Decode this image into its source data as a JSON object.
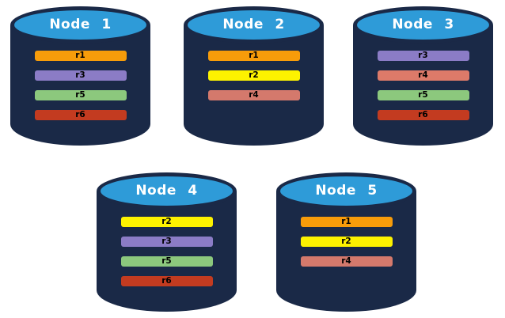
{
  "colors": {
    "background": "#ffffff",
    "cylinder_body": "#1a2947",
    "cylinder_top": "#2e9bd8",
    "title_text": "#ffffff",
    "bar_text": "#000000"
  },
  "replica_colors": {
    "r1": "#f79c0a",
    "r2": "#fdf200",
    "r3": "#8b7cc6",
    "r4": "#d4796c",
    "r5": "#8cc87d",
    "r6": "#c33b20"
  },
  "nodes": [
    {
      "title": "Node 1",
      "replicas": [
        {
          "label": "r1",
          "color": "#f79c0a"
        },
        {
          "label": "r3",
          "color": "#8b7cc6"
        },
        {
          "label": "r5",
          "color": "#8cc87d"
        },
        {
          "label": "r6",
          "color": "#c33b20"
        }
      ]
    },
    {
      "title": "Node 2",
      "replicas": [
        {
          "label": "r1",
          "color": "#f79c0a"
        },
        {
          "label": "r2",
          "color": "#fdf200"
        },
        {
          "label": "r4",
          "color": "#d4796c"
        }
      ]
    },
    {
      "title": "Node 3",
      "replicas": [
        {
          "label": "r3",
          "color": "#8b7cc6"
        },
        {
          "label": "r4",
          "color": "#dd7a69"
        },
        {
          "label": "r5",
          "color": "#8cc87d"
        },
        {
          "label": "r6",
          "color": "#c33b20"
        }
      ]
    },
    {
      "title": "Node 4",
      "replicas": [
        {
          "label": "r2",
          "color": "#fdf200"
        },
        {
          "label": "r3",
          "color": "#8b7cc6"
        },
        {
          "label": "r5",
          "color": "#8cc87d"
        },
        {
          "label": "r6",
          "color": "#c33b20"
        }
      ]
    },
    {
      "title": "Node 5",
      "replicas": [
        {
          "label": "r1",
          "color": "#f79c0a"
        },
        {
          "label": "r2",
          "color": "#fdf200"
        },
        {
          "label": "r4",
          "color": "#d4796c"
        }
      ]
    }
  ]
}
